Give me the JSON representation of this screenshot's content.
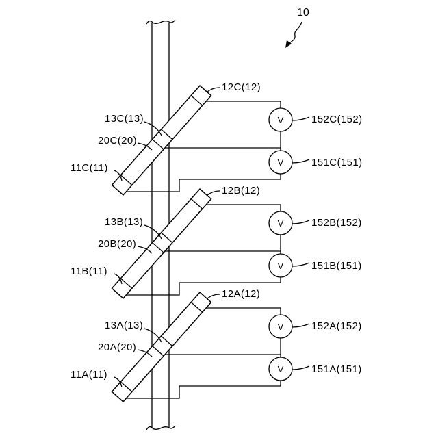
{
  "figure_label": "10",
  "assemblies": [
    {
      "sensor_top": "12C(12)",
      "sensor_mid": "13C(13)",
      "body": "20C(20)",
      "sensor_bottom": "11C(11)",
      "meter_upper": "152C(152)",
      "meter_lower": "151C(151)",
      "meter_symbol": "V"
    },
    {
      "sensor_top": "12B(12)",
      "sensor_mid": "13B(13)",
      "body": "20B(20)",
      "sensor_bottom": "11B(11)",
      "meter_upper": "152B(152)",
      "meter_lower": "151B(151)",
      "meter_symbol": "V"
    },
    {
      "sensor_top": "12A(12)",
      "sensor_mid": "13A(13)",
      "body": "20A(20)",
      "sensor_bottom": "11A(11)",
      "meter_upper": "152A(152)",
      "meter_lower": "151A(151)",
      "meter_symbol": "V"
    }
  ]
}
